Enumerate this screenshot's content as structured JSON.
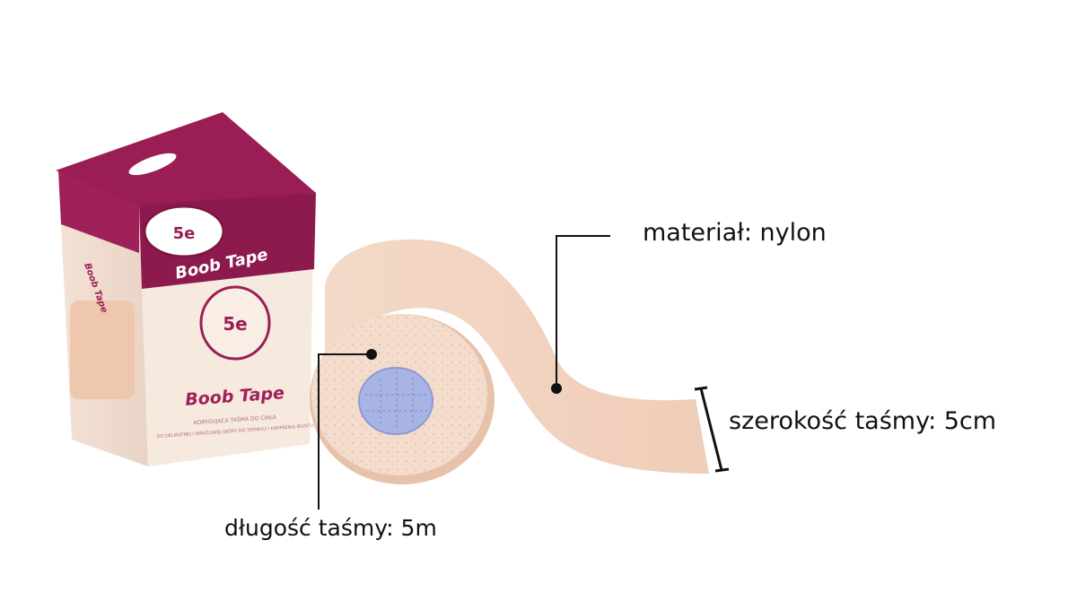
{
  "product": {
    "brand_mark": "5e",
    "name": "Boob Tape",
    "box_small_text": "Boob Tape",
    "box_tagline": "KORYGUJĄCA TAŚMA DO CIAŁA",
    "box_description": "DO DELIKATNEJ I WRAŻLIWEJ SKÓRY DO TAPINGU I KARMIENIA BIUSTU"
  },
  "annotations": {
    "material": "materiał: nylon",
    "width": "szerokość taśmy: 5cm",
    "length": "długość taśmy: 5m"
  },
  "colors": {
    "background": "#ffffff",
    "tape": "#f2d3c0",
    "tape_shadow": "#e3b9a3",
    "box_magenta": "#9a1e55",
    "box_cream": "#f6e9de",
    "core_blue": "#a9b4e6",
    "leader_line": "#111111"
  }
}
